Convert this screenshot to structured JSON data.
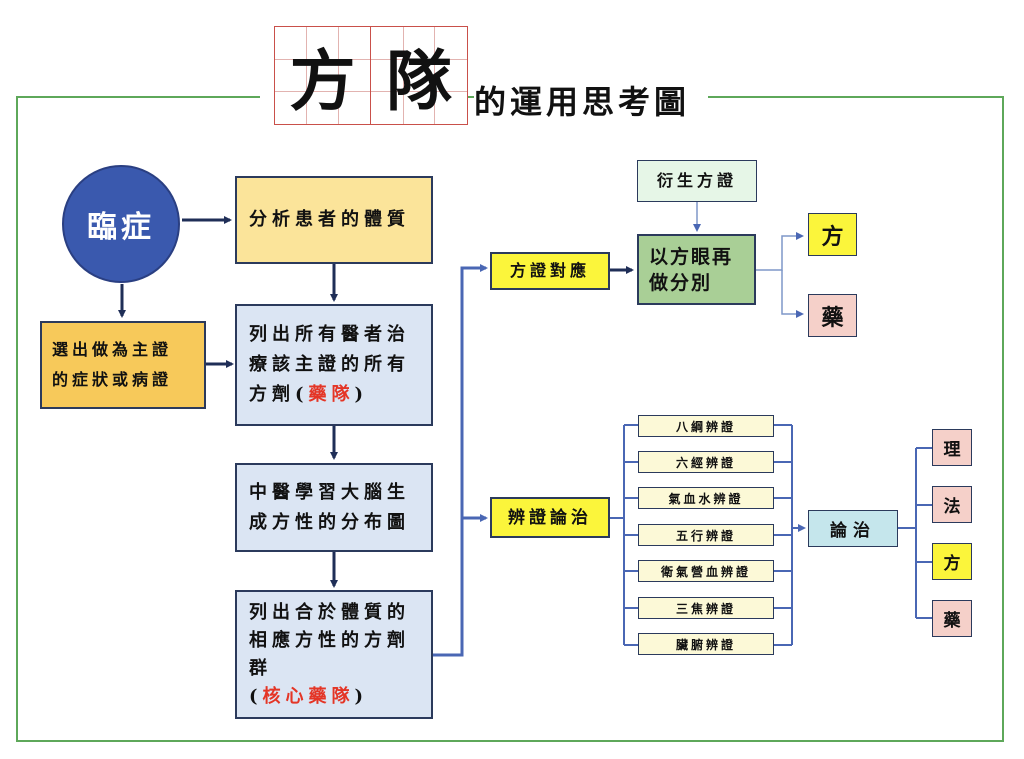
{
  "title": {
    "callig_chars": [
      "方",
      "隊"
    ],
    "rest": "的運用思考圖"
  },
  "left_flow": {
    "start": "臨症",
    "analyze": "分析患者的體質",
    "select": [
      "選出做為主證",
      "的症狀或病證"
    ],
    "list_all": {
      "lines": [
        "列出所有醫者治",
        "療該主證的所有"
      ],
      "last_prefix": "方劑(",
      "last_red": "藥隊",
      "last_suffix": ")"
    },
    "brain_map": [
      "中醫學習大腦生",
      "成方性的分布圖"
    ],
    "core": {
      "lines": [
        "列出合於體質的",
        "相應方性的方劑",
        "群"
      ],
      "prefix": "(",
      "red": "核心藥隊",
      "suffix": ")"
    }
  },
  "upper_branch": {
    "match": "方證對應",
    "derived": "衍生方證",
    "distinguish": [
      "以方眼再",
      "做分別"
    ],
    "outputs": [
      "方",
      "藥"
    ]
  },
  "lower_branch": {
    "differentiation": "辨證論治",
    "methods": [
      "八綱辨證",
      "六經辨證",
      "氣血水辨證",
      "五行辨證",
      "衛氣營血辨證",
      "三焦辨證",
      "臟腑辨證"
    ],
    "treatment": "論治",
    "outputs": [
      "理",
      "法",
      "方",
      "藥"
    ]
  },
  "colors": {
    "frame": "#5ea85a",
    "arrow_dark": "#1f2e57",
    "arrow_blue": "#4a67b4",
    "circle": "#3a59ae",
    "highlight_red": "#e43526"
  }
}
